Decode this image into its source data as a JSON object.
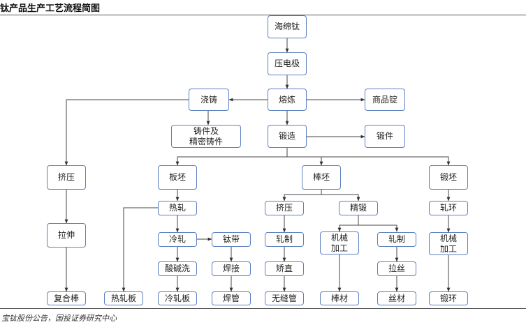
{
  "title": "钛产品生产工艺流程简图",
  "source": "宝钛股份公告，国投证券研究中心",
  "nodes": {
    "sponge": "海绵钛",
    "electrode": "压电极",
    "smelting": "熔炼",
    "ingot": "商品锭",
    "casting": "浇铸",
    "castings": "铸件及\n精密铸件",
    "forging": "锻造",
    "forged": "锻件",
    "extrusion": "挤压",
    "slab": "板坯",
    "bar_billet": "棒坯",
    "forge_billet": "锻坯",
    "hot_rolling": "热轧",
    "bar_extrusion": "挤压",
    "finish_forging": "精锻",
    "ring_rolling": "轧环",
    "drawing": "拉伸",
    "cold_rolling": "冷轧",
    "strip": "钛带",
    "bar_rolling": "轧制",
    "machining_a": "机械\n加工",
    "wire_rolling": "轧制",
    "machining_b": "机械\n加工",
    "pickling": "酸碱洗",
    "welding": "焊接",
    "straightening": "矫直",
    "wire_drawing": "拉丝",
    "composite_bar": "复合棒",
    "hot_plate": "热轧板",
    "cold_plate": "冷轧板",
    "welded_pipe": "焊管",
    "seamless_pipe": "无缝管",
    "bar": "棒材",
    "wire": "丝材",
    "forged_ring": "锻环"
  }
}
